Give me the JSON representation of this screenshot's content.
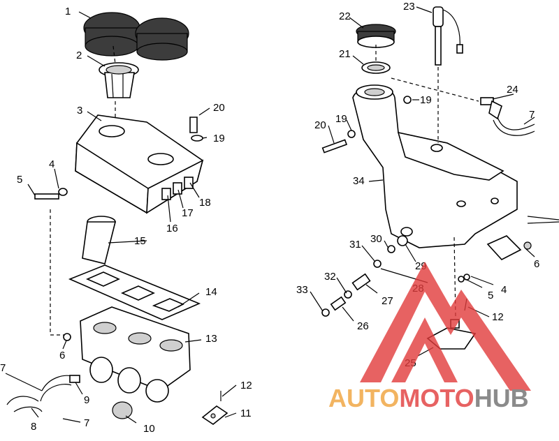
{
  "callouts": [
    "1",
    "2",
    "3",
    "20",
    "19",
    "4",
    "5",
    "16",
    "17",
    "18",
    "15",
    "14",
    "13",
    "6",
    "7",
    "9",
    "8",
    "7",
    "10",
    "12",
    "11",
    "22",
    "23",
    "21",
    "24",
    "7",
    "19",
    "20",
    "19",
    "34",
    "30",
    "31",
    "29",
    "6",
    "28",
    "32",
    "5",
    "4",
    "27",
    "33",
    "26",
    "12",
    "25"
  ],
  "watermark": {
    "auto": "AUTO",
    "moto": "MOTO",
    "hub": "HUB",
    "colors": {
      "red": "#e23b3b",
      "orange": "#f0a23a",
      "gray": "#6f6f6f"
    }
  }
}
